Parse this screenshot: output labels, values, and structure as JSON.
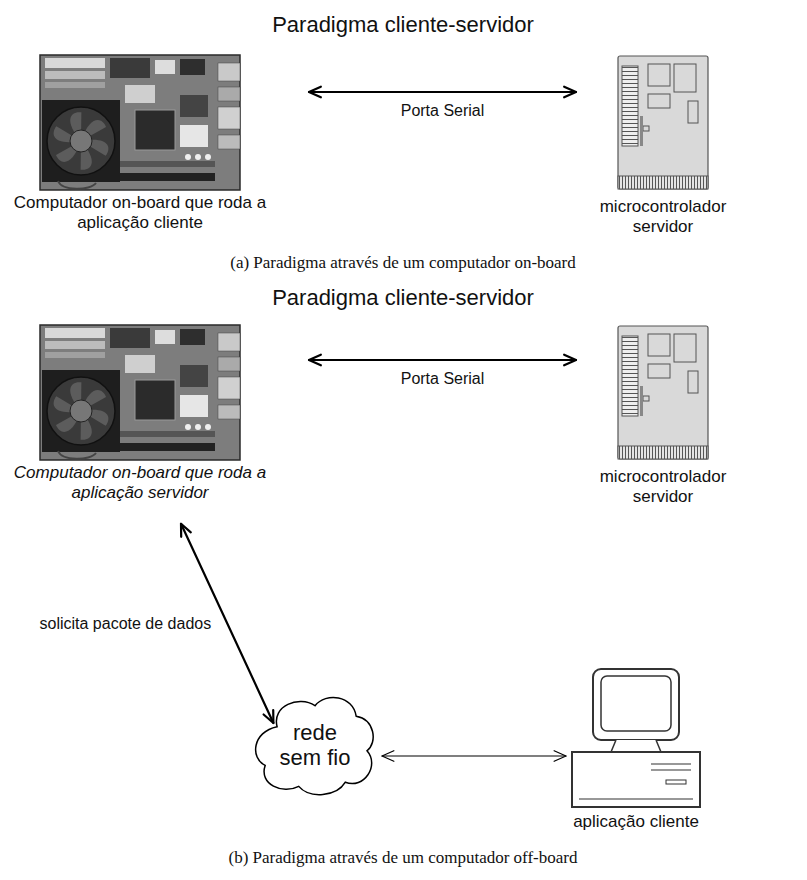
{
  "diagram": {
    "nodes": [
      {
        "text": [
          "Computador on-board que roda a aplicação cliente"
        ]
      },
      {
        "text": [
          "microcontrolador servidor"
        ]
      },
      {
        "text": [
          "Computador on-board que roda a aplicação servidor"
        ]
      },
      {
        "text": [
          "microcontrolador servidor"
        ]
      },
      {
        "text": [
          "rede sem fio"
        ]
      },
      {
        "text": [
          "aplicação cliente"
        ]
      }
    ],
    "edges": [
      {
        "from": 0,
        "to": 1,
        "label": "Porta Serial",
        "arrow": "both"
      },
      {
        "from": 2,
        "to": 3,
        "label": "Porta Serial",
        "arrow": "both"
      },
      {
        "from": 2,
        "to": 4,
        "label": "solicita pacote de dados",
        "arrow": "both"
      },
      {
        "from": 4,
        "to": 5,
        "arrow": "both"
      }
    ],
    "labels": [
      "Paradigma cliente-servidor",
      "(a) Paradigma através de um computador on-board",
      "Paradigma cliente-servidor",
      "(b) Paradigma através de um computador off-board"
    ]
  }
}
